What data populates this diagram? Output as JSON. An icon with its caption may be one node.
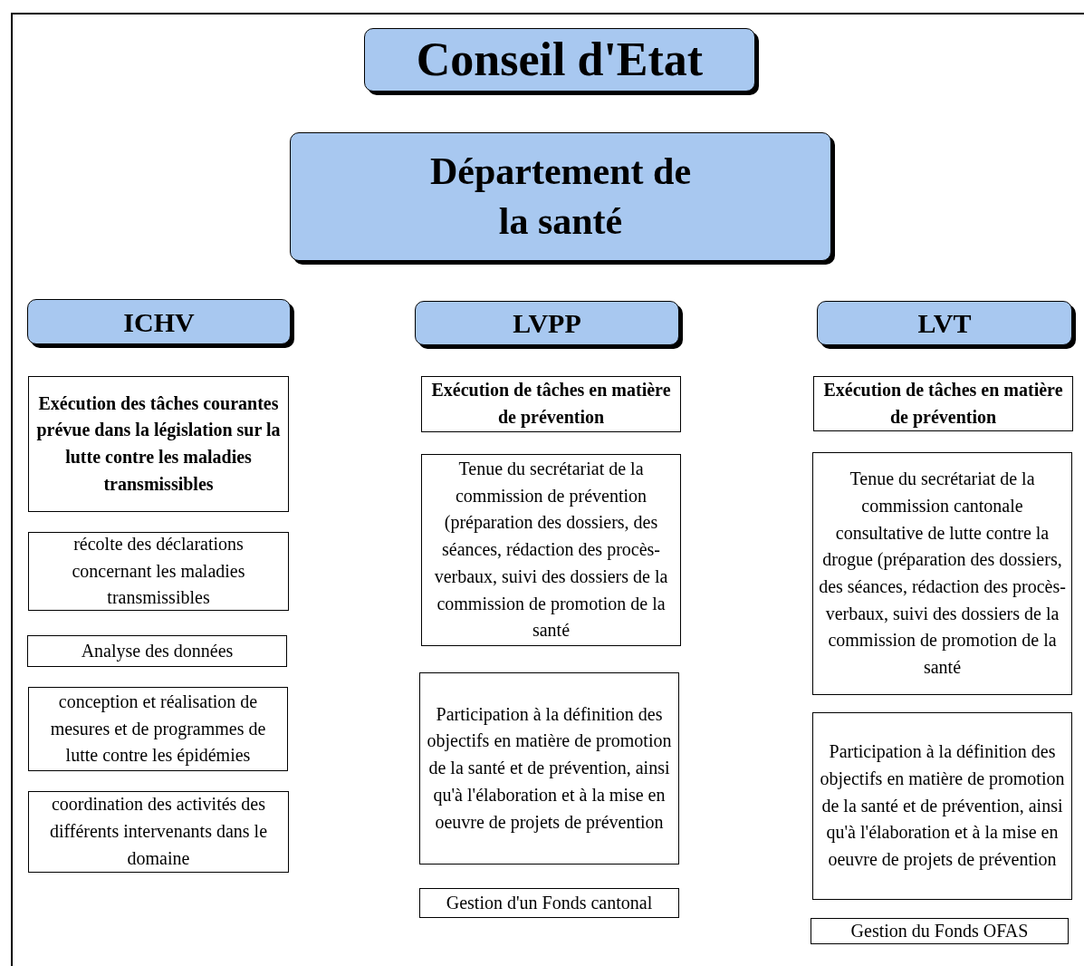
{
  "diagram": {
    "nodes": [
      {
        "text": [
          "Conseil d'Etat"
        ]
      },
      {
        "text": [
          "Département de la santé"
        ]
      },
      {
        "text": [
          "ICHV"
        ]
      },
      {
        "text": [
          "LVPP"
        ]
      },
      {
        "text": [
          "LVT"
        ]
      },
      {
        "text": [
          "Exécution des tâches courantes prévue dans la législation sur la lutte contre les maladies transmissibles"
        ]
      },
      {
        "text": [
          "récolte des déclarations concernant les maladies transmissibles"
        ]
      },
      {
        "text": [
          "Analyse des données"
        ]
      },
      {
        "text": [
          "conception et réalisation de mesures et de programmes de lutte contre les épidémies"
        ]
      },
      {
        "text": [
          "coordination des activités des différents intervenants dans le domaine"
        ]
      },
      {
        "text": [
          "Exécution de tâches en matière de prévention"
        ]
      },
      {
        "text": [
          "Tenue du secrétariat de la commission de prévention (préparation des dossiers, des séances, rédaction des procès-verbaux, suivi des dossiers de la commission de promotion de la santé"
        ]
      },
      {
        "text": [
          "Participation à la définition des objectifs en matière de promotion de la santé et de prévention, ainsi qu'à l'élaboration et à la mise en oeuvre de projets de prévention"
        ]
      },
      {
        "text": [
          "Gestion d'un Fonds cantonal"
        ]
      },
      {
        "text": [
          "Exécution de tâches en matière de prévention"
        ]
      },
      {
        "text": [
          "Tenue du secrétariat de la commission cantonale consultative de lutte contre la drogue (préparation des dossiers, des séances, rédaction des procès-verbaux, suivi des dossiers de la commission de promotion de la santé"
        ]
      },
      {
        "text": [
          "Participation à la définition des objectifs en matière de promotion de la santé et de prévention, ainsi qu'à l'élaboration et à la mise en oeuvre de projets de prévention"
        ]
      },
      {
        "text": [
          "Gestion du Fonds OFAS"
        ]
      }
    ]
  }
}
